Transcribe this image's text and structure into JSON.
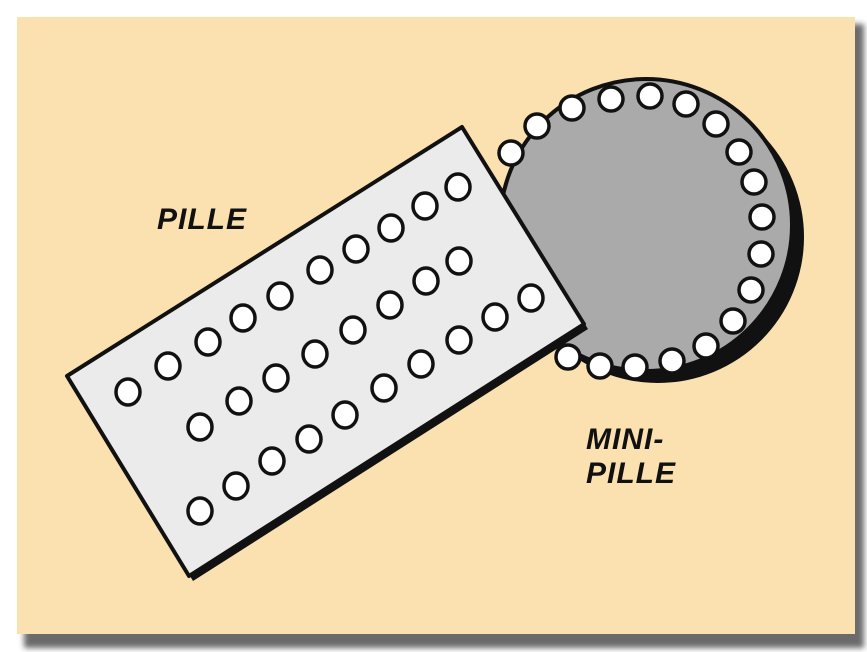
{
  "illustration": {
    "background_color": "#fbe0b0",
    "strip_color": "#ebebeb",
    "disc_color": "#aaaaaa",
    "pill_color": "#ffffff",
    "outline_color": "#111111"
  },
  "labels": {
    "pille": "PILLE",
    "mini_line1": "MINI-",
    "mini_line2": "PILLE"
  }
}
